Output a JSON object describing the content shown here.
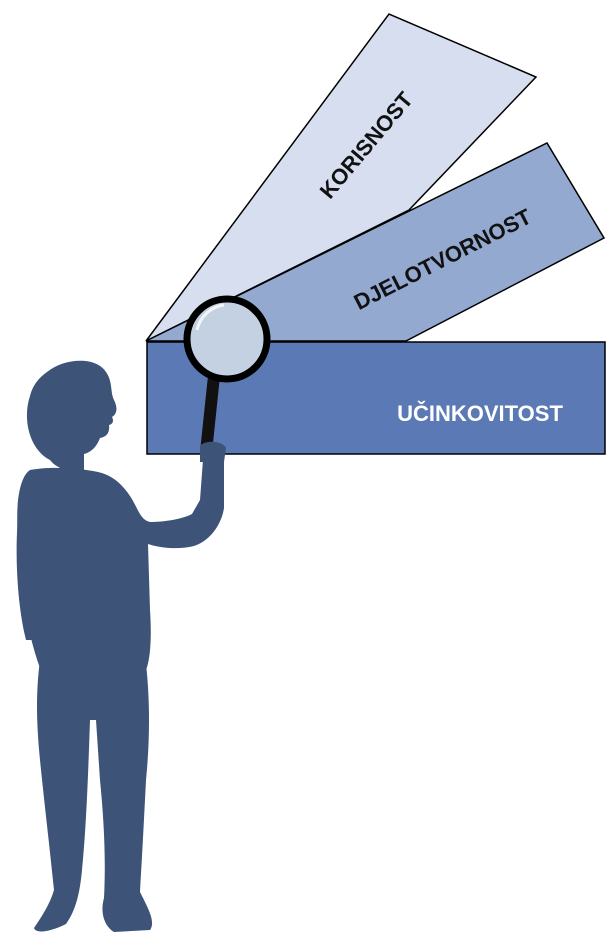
{
  "cards": [
    {
      "key": "korisnost",
      "label": "KORISNOST",
      "fill": "#d6deef",
      "text_color": "#111111"
    },
    {
      "key": "djelotvornost",
      "label": "DJELOTVORNOST",
      "fill": "#93a9d0",
      "text_color": "#111111"
    },
    {
      "key": "ucinkovitost",
      "label": "UČINKOVITOST",
      "fill": "#5b79b4",
      "text_color": "#ffffff"
    }
  ],
  "colors": {
    "card_stroke": "#000000",
    "silhouette": "#3d5378",
    "lens_glass": "#c4d1e2",
    "lens_rim": "#000000"
  },
  "icons": {
    "person": "person-silhouette-icon",
    "magnifier": "magnifying-glass-icon"
  }
}
